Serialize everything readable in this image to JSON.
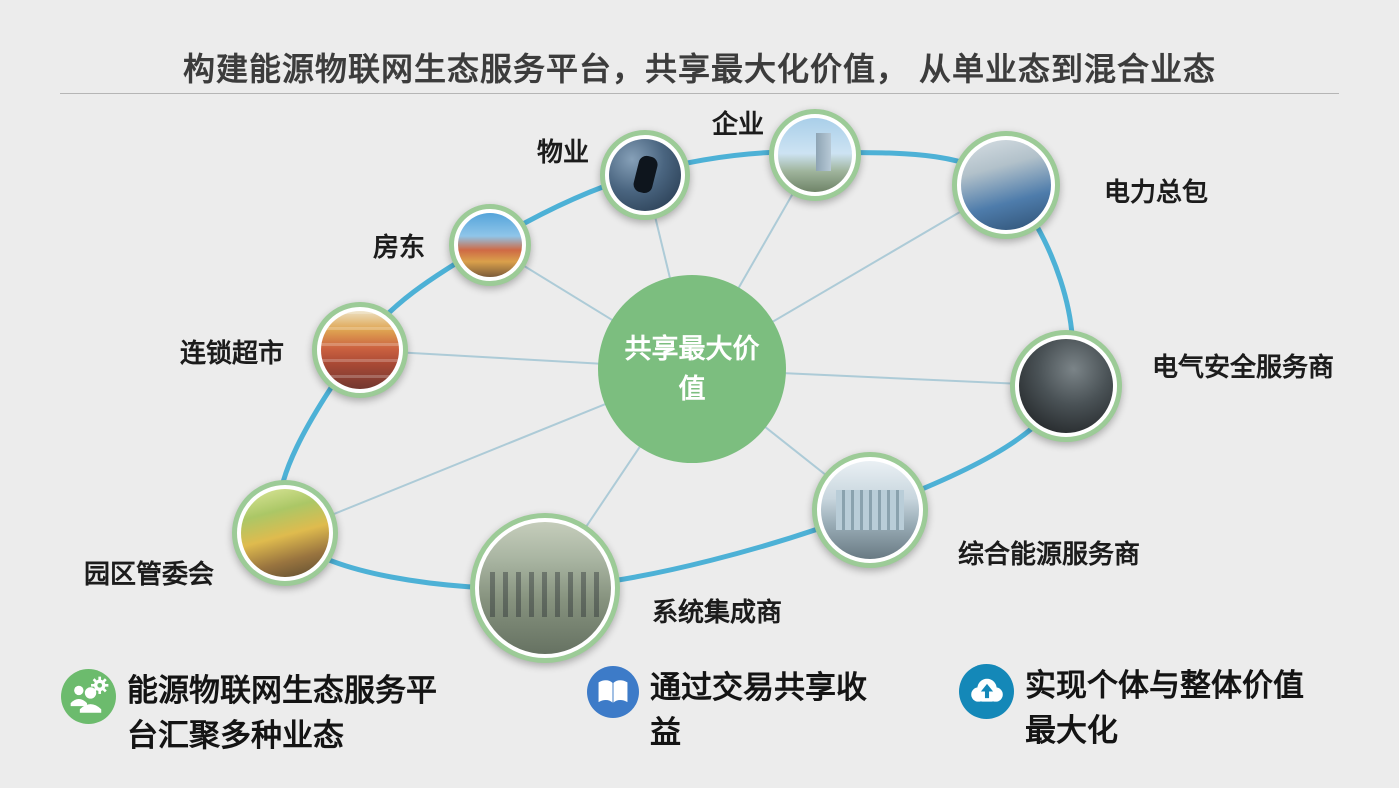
{
  "slide": {
    "title": "构建能源物联网生态服务平台，共享最大化价值， 从单业态到混合业态"
  },
  "center": {
    "label": "共享最大价值"
  },
  "nodes": [
    {
      "id": "enterprise",
      "label": "企业",
      "photo": "office-building-photo"
    },
    {
      "id": "property-management",
      "label": "物业",
      "photo": "hand-holding-phone-photo"
    },
    {
      "id": "landlord",
      "label": "房东",
      "photo": "colorful-buildings-photo"
    },
    {
      "id": "chain-supermarket",
      "label": "连锁超市",
      "photo": "supermarket-shelves-photo"
    },
    {
      "id": "park-committee",
      "label": "园区管委会",
      "photo": "market-stalls-photo"
    },
    {
      "id": "system-integrator",
      "label": "系统集成商",
      "photo": "aerial-parking-photo"
    },
    {
      "id": "integrated-energy-provider",
      "label": "综合能源服务商",
      "photo": "modern-building-photo"
    },
    {
      "id": "electrical-safety-provider",
      "label": "电气安全服务商",
      "photo": "dark-workshop-photo"
    },
    {
      "id": "power-general-contractor",
      "label": "电力总包",
      "photo": "worker-equipment-photo"
    }
  ],
  "legend": [
    {
      "icon": "gears-people-icon",
      "color": "#6cbb6d",
      "text": "能源物联网生态服务平台汇聚多种业态"
    },
    {
      "icon": "open-book-icon",
      "color": "#3d7bc8",
      "text": "通过交易共享收益"
    },
    {
      "icon": "cloud-upload-icon",
      "color": "#1488b8",
      "text": "实现个体与整体价值最大化"
    }
  ],
  "colors": {
    "background": "#ececec",
    "center_circle": "#7cbe7f",
    "node_ring": "#9ccb97",
    "orbit_ellipse": "#45aed5",
    "connector_line": "#a6c8d5",
    "title_text": "#3c3c3c",
    "label_text": "#1c1c1c"
  }
}
